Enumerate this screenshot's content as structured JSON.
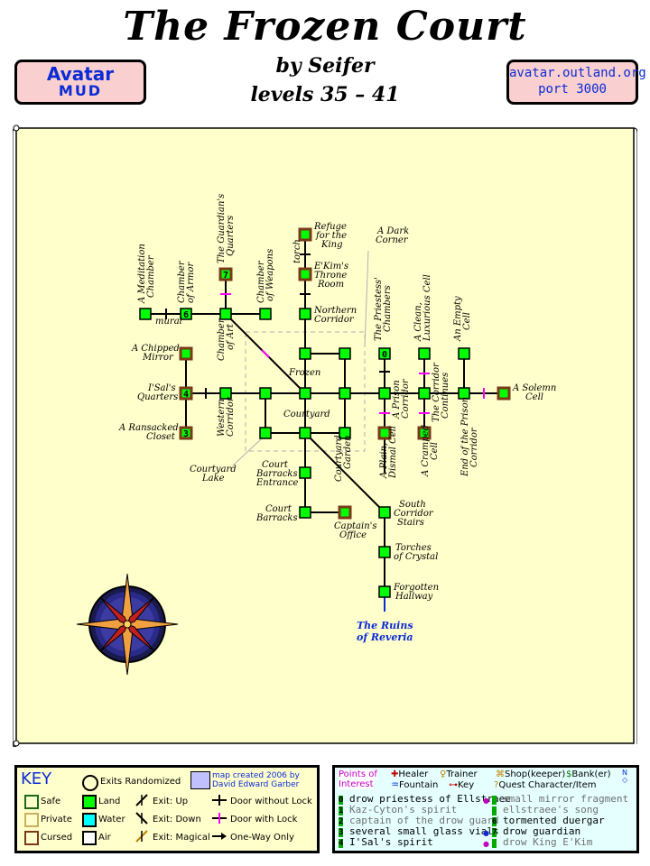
{
  "header": {
    "title": "The Frozen Court",
    "byline": "by Seifer",
    "levels": "levels 35 – 41",
    "badge_left_line1": "Avatar",
    "badge_left_line2": "MUD",
    "badge_right_line1": "avatar.outland.org",
    "badge_right_line2": "port 3000"
  },
  "map": {
    "rooms": {
      "refuge": "Refuge for the King",
      "ekim": "E'Kim's Throne Room",
      "torch": "torch",
      "northern": "Northern Corridor",
      "dark_corner": "A Dark Corner",
      "meditation": "A Meditation Chamber",
      "armor": "Chamber of Armor",
      "guardian_q": "The Guardian's Quarters",
      "weapons": "Chamber of Weapons",
      "mural": "mural",
      "art": "Chamber of Art",
      "chipped": "A Chipped Mirror",
      "isal": "I'Sal's Quarters",
      "ransacked": "A Ransacked Closet",
      "western": "Western Corridor",
      "frozen": "Frozen",
      "courtyard": "Courtyard",
      "priestess": "The Priestess' Chambers",
      "prison": "A Prison Corridor",
      "clean_cell": "A Clean, Luxurious Cell",
      "empty_cell": "An Empty Cell",
      "solemn": "A Solemn Cell",
      "corridor_continues": "The Corridor Continues",
      "end_prison": "End of the Prison Corridor",
      "cramped": "A Cramped Cell",
      "plain": "A Plain, Dismal Cell",
      "garden": "Courtyard Garden",
      "lake": "Courtyard Lake",
      "barracks_ent": "Court Barracks Entrance",
      "barracks": "Court Barracks",
      "captain": "Captain's Office",
      "south_stairs": "South Corridor Stairs",
      "torches": "Torches of Crystal",
      "forgotten": "Forgotten Hallway",
      "ruins": "The Ruins of Reveria"
    },
    "room_numbers": {
      "r7": "7",
      "r6": "6",
      "r4": "4",
      "r3": "3",
      "r0": "0"
    }
  },
  "key": {
    "title": "KEY",
    "exits_randomized": "Exits Randomized",
    "credit_line1": "map created 2006 by",
    "credit_line2": "David Edward Garber",
    "safe": "Safe",
    "private": "Private",
    "cursed": "Cursed",
    "land": "Land",
    "water": "Water",
    "air": "Air",
    "exit_up": "Exit: Up",
    "exit_down": "Exit: Down",
    "exit_magical": "Exit: Magical",
    "door_no_lock": "Door without Lock",
    "door_lock": "Door with Lock",
    "one_way": "One-Way Only"
  },
  "poi": {
    "title_line1": "Points of",
    "title_line2": "Interest",
    "healer": "Healer",
    "trainer": "Trainer",
    "shop": "Shop(keeper)",
    "bank": "Bank(er)",
    "fountain": "Fountain",
    "key_item": "Key",
    "quest": "Quest Character/Item",
    "items": [
      {
        "n": "0",
        "text": "drow priestess of Ellstraee"
      },
      {
        "n": "1",
        "text": "Kaz-Cyton's spirit"
      },
      {
        "n": "2",
        "text": "captain of the drow guard"
      },
      {
        "n": "3",
        "text": "several small glass vials"
      },
      {
        "n": "4",
        "text": "I'Sal's spirit"
      },
      {
        "n": "5",
        "text": "small mirror fragment"
      },
      {
        "n": "5b",
        "text": "ellstraee's song"
      },
      {
        "n": "6",
        "text": "tormented duergar"
      },
      {
        "n": "7",
        "text": "drow guardian"
      },
      {
        "n": "8",
        "text": "drow King E'Kim"
      }
    ]
  },
  "colors": {
    "land": "#00ff00",
    "water": "#00ffff",
    "parchment": "#ffffcc",
    "door_lock": "#ff00ff",
    "badge": "#f9cfcf",
    "link": "#0b2bd6"
  }
}
